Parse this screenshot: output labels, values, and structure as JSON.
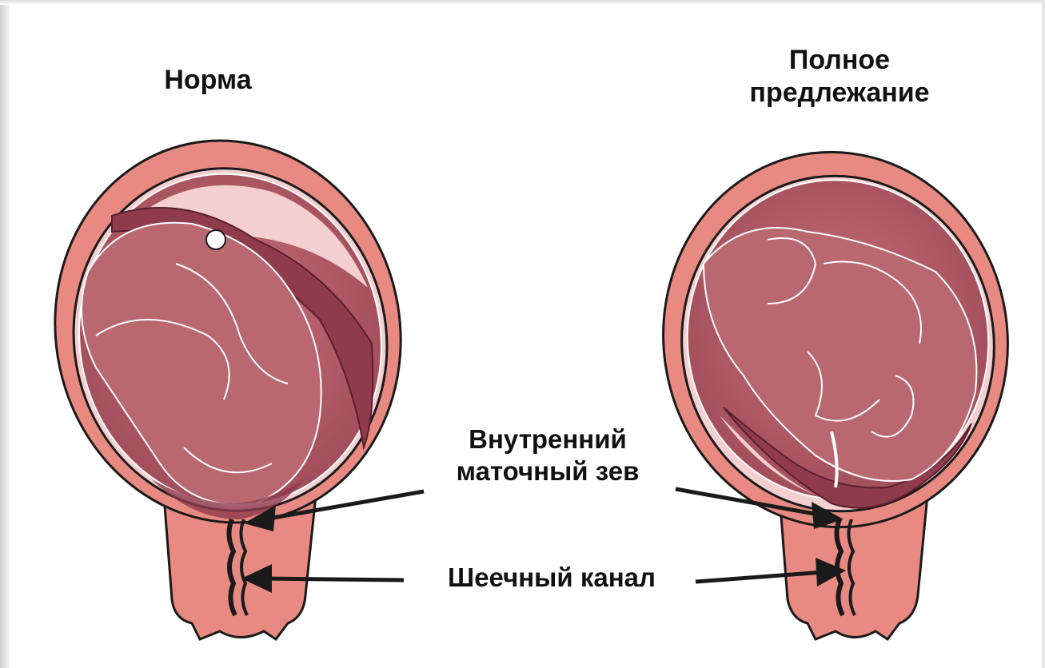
{
  "titles": {
    "normal": "Норма",
    "previa": "Полное\nпредлежание"
  },
  "labels": {
    "internal_os_line1": "Внутренний",
    "internal_os_line2": "маточный зев",
    "cervical_canal": "Шеечный канал"
  },
  "colors": {
    "uterus_wall": "#e88a82",
    "uterus_inner": "#c16872",
    "fetus": "#b3636c",
    "placenta": "#8f3b4c",
    "amniotic_light": "#f3d0cf",
    "outline": "#1a1a1a"
  }
}
